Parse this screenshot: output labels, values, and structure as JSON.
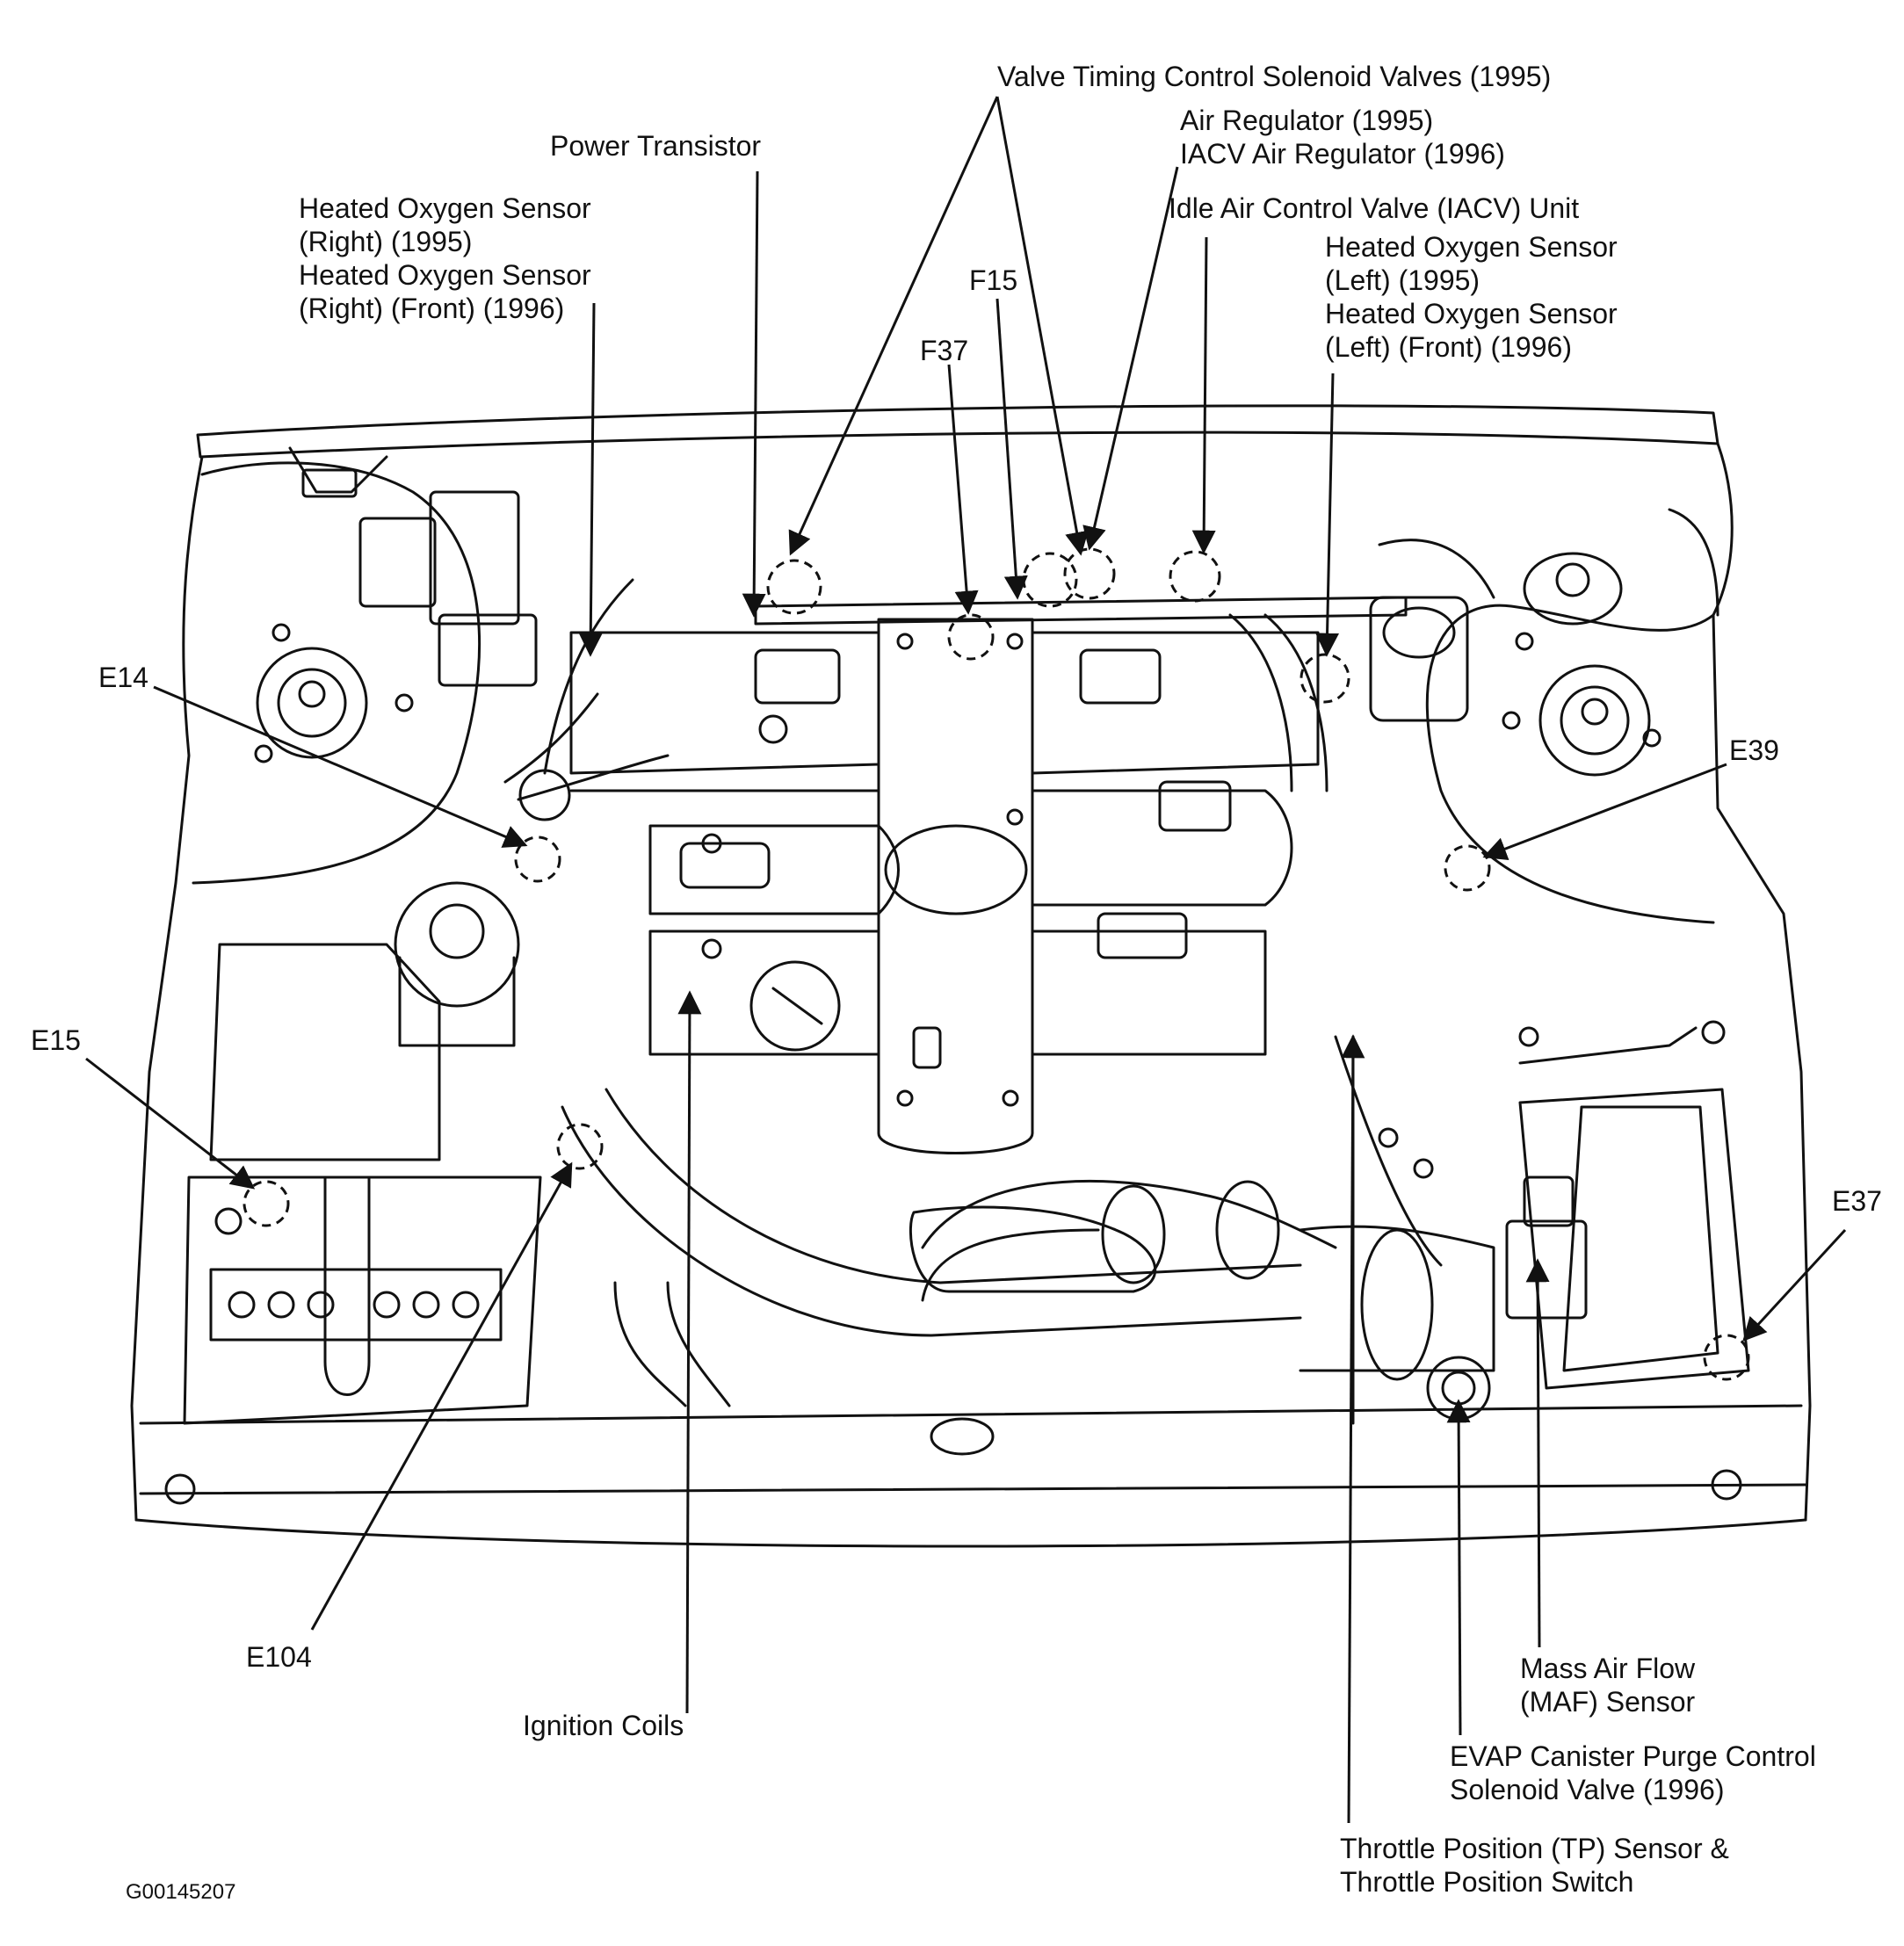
{
  "diagram": {
    "labels": {
      "valve_timing": "Valve Timing Control Solenoid Valves (1995)",
      "air_regulator_1": "Air Regulator (1995)",
      "air_regulator_2": "IACV Air Regulator (1996)",
      "power_transistor": "Power Transistor",
      "iacv_unit": "Idle Air Control Valve (IACV) Unit",
      "ho2s_right_1": "Heated Oxygen Sensor",
      "ho2s_right_2": "(Right) (1995)",
      "ho2s_right_3": "Heated Oxygen Sensor",
      "ho2s_right_4": "(Right) (Front) (1996)",
      "ho2s_left_1": "Heated Oxygen Sensor",
      "ho2s_left_2": "(Left) (1995)",
      "ho2s_left_3": "Heated Oxygen Sensor",
      "ho2s_left_4": "(Left) (Front) (1996)",
      "f15": "F15",
      "f37": "F37",
      "e14": "E14",
      "e39": "E39",
      "e15": "E15",
      "e37": "E37",
      "e104": "E104",
      "ignition_coils": "Ignition Coils",
      "maf_1": "Mass Air Flow",
      "maf_2": "(MAF) Sensor",
      "evap_1": "EVAP Canister Purge Control",
      "evap_2": "Solenoid Valve (1996)",
      "tps_1": "Throttle Position (TP) Sensor &",
      "tps_2": "Throttle Position Switch",
      "figure_id": "G00145207"
    }
  }
}
